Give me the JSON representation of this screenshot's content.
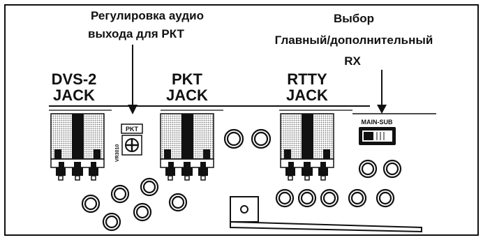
{
  "annotations": {
    "audio_adjust": {
      "line1": "Регулировка аудио",
      "line2": "выхода для РКТ"
    },
    "main_sub_select": {
      "line1": "Выбор",
      "line2": "Главный/дополнительный",
      "line3": "RX"
    }
  },
  "jacks": {
    "dvs2": {
      "line1": "DVS-2",
      "line2": "JACK"
    },
    "pkt": {
      "line1": "PKT",
      "line2": "JACK"
    },
    "rtty": {
      "line1": "RTTY",
      "line2": "JACK"
    }
  },
  "pkt_trimmer": {
    "label": "PKT",
    "part_id": "VR3010"
  },
  "main_sub_switch": {
    "label": "MAIN-SUB"
  },
  "colors": {
    "ink": "#111111",
    "paper": "#ffffff",
    "halftone": "#9a9a9a"
  }
}
